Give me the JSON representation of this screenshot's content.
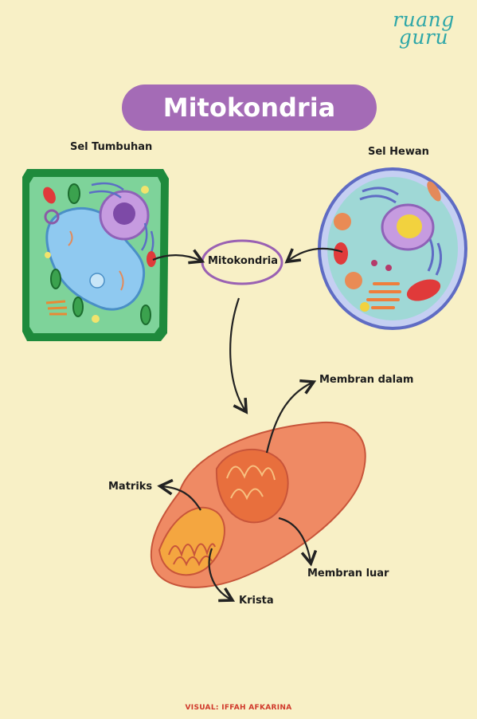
{
  "brand": {
    "line1": "ruang",
    "line2": "guru"
  },
  "title": "Mitokondria",
  "labels": {
    "plant_cell": "Sel Tumbuhan",
    "animal_cell": "Sel Hewan",
    "center": "Mitokondria",
    "inner_membrane": "Membran dalam",
    "matrix": "Matriks",
    "outer_membrane": "Membran luar",
    "cristae": "Krista"
  },
  "credit": "VISUAL: IFFAH AFKARINA",
  "colors": {
    "background": "#f8f0c6",
    "title_pill": "#a46bb6",
    "brand": "#2fa7a8",
    "credit": "#d0392b",
    "plant_wall": "#1e8a3c",
    "plant_cyto": "#7ed39a",
    "vacuole": "#8fc9f0",
    "animal_membrane": "#5f6cc4",
    "animal_cyto": "#9fd8d6",
    "nucleus": "#a58ad6",
    "mito_outer": "#ef8a64",
    "mito_inner": "#f4a640"
  }
}
